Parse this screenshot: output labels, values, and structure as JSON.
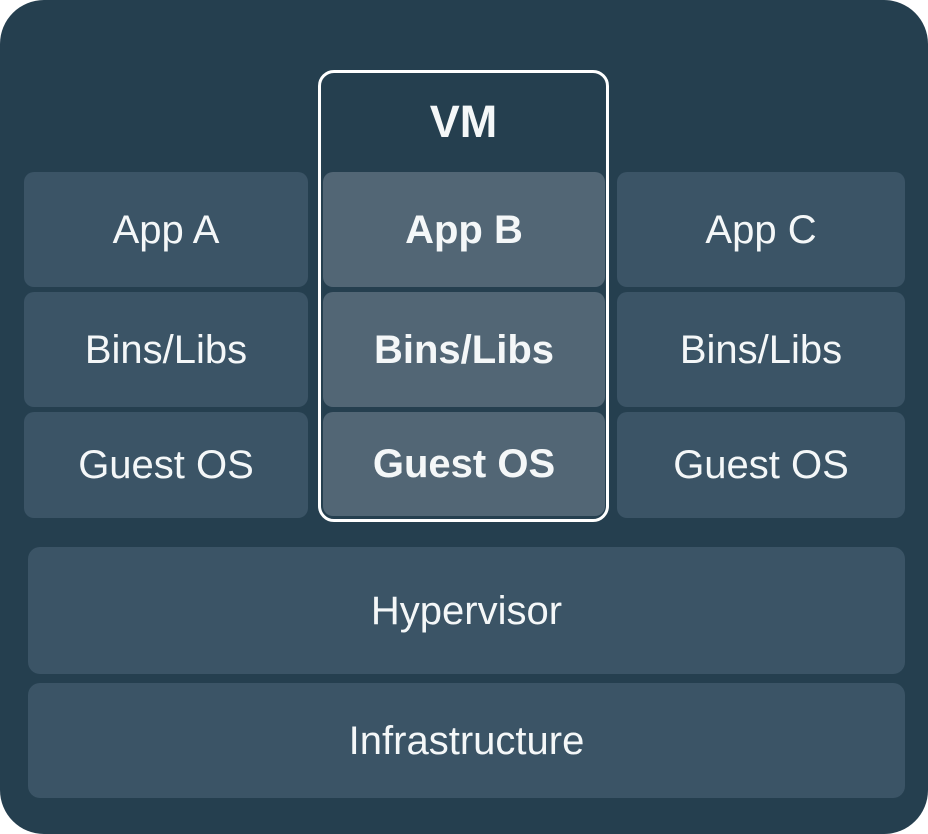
{
  "colors": {
    "page_behind": "#ffffff",
    "canvas_bg": "#253f4f",
    "cell_bg": "#3b5466",
    "highlight_cell_bg": "#526675",
    "frame_border": "#ffffff",
    "text": "#f4f7f8"
  },
  "diagram": {
    "vm_label": "VM",
    "columns": [
      {
        "name": "left",
        "highlighted": false,
        "cells": [
          {
            "label": "App A"
          },
          {
            "label": "Bins/Libs"
          },
          {
            "label": "Guest OS"
          }
        ]
      },
      {
        "name": "middle-vm",
        "highlighted": true,
        "cells": [
          {
            "label": "App B"
          },
          {
            "label": "Bins/Libs"
          },
          {
            "label": "Guest OS"
          }
        ]
      },
      {
        "name": "right",
        "highlighted": false,
        "cells": [
          {
            "label": "App C"
          },
          {
            "label": "Bins/Libs"
          },
          {
            "label": "Guest OS"
          }
        ]
      }
    ],
    "layers": [
      {
        "label": "Hypervisor"
      },
      {
        "label": "Infrastructure"
      }
    ]
  }
}
